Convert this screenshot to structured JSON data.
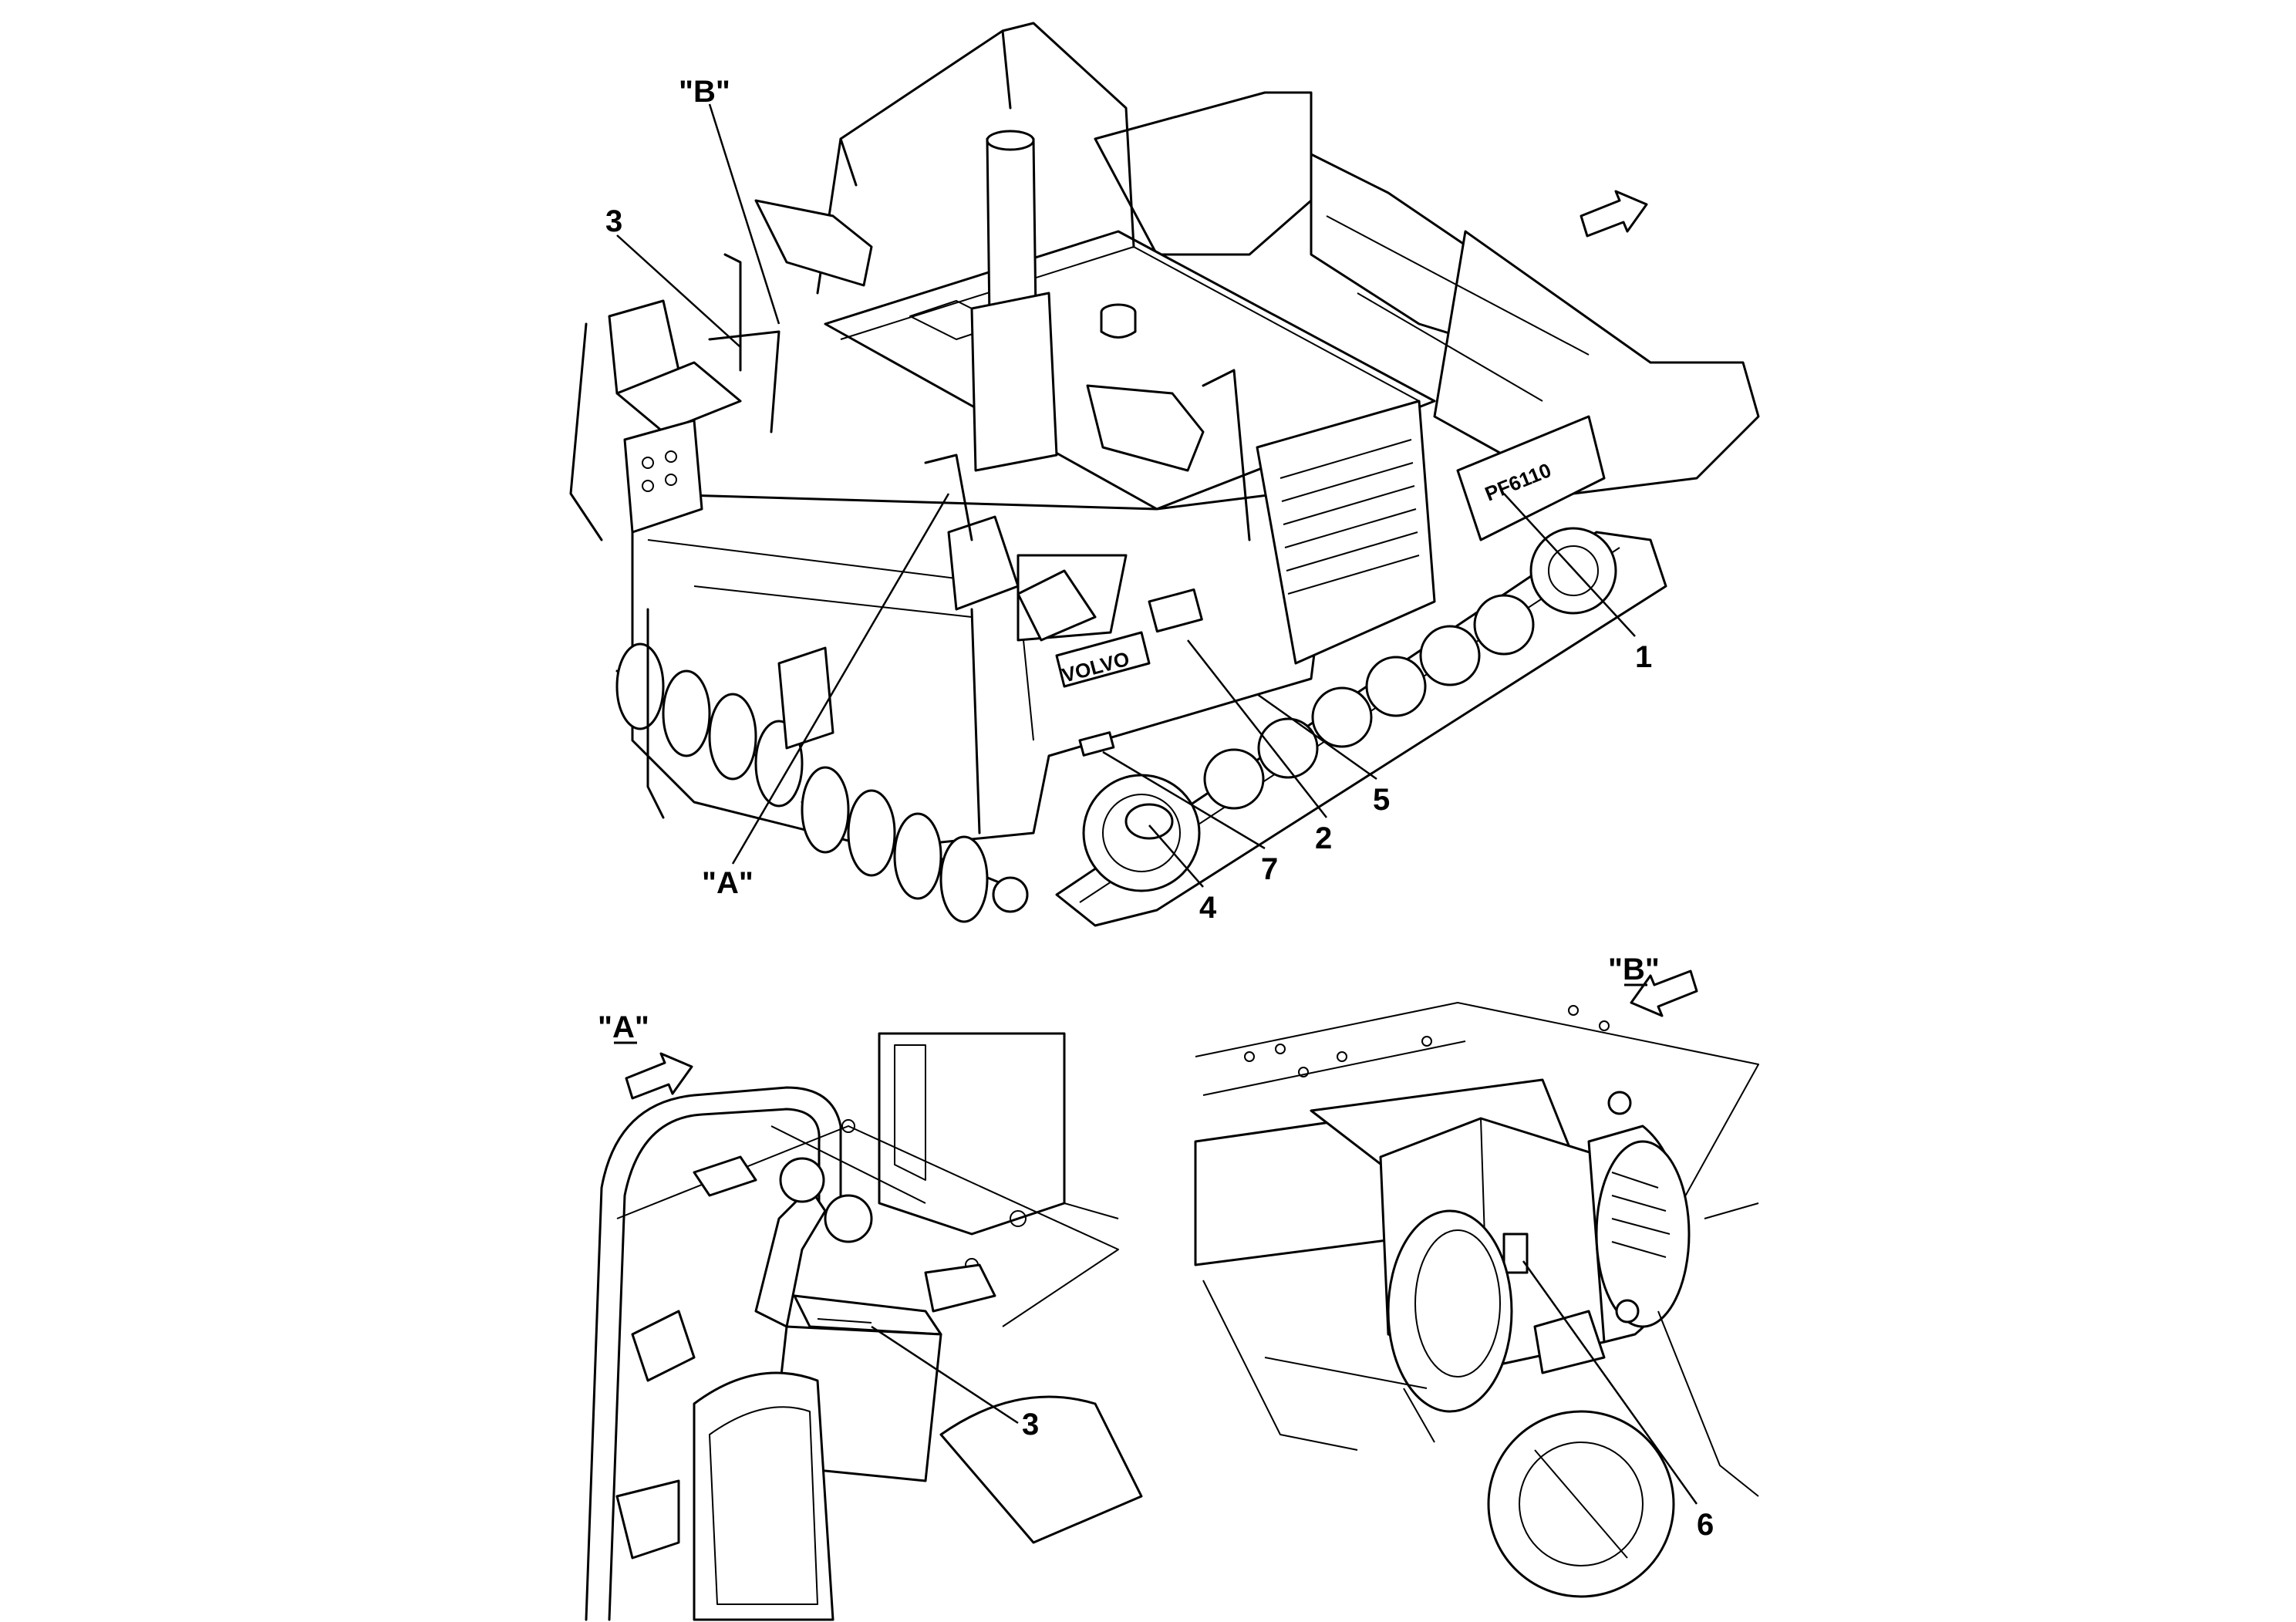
{
  "callouts": [
    {
      "id": "c1",
      "text": "1"
    },
    {
      "id": "c2",
      "text": "2"
    },
    {
      "id": "c3",
      "text": "3"
    },
    {
      "id": "c4",
      "text": "4"
    },
    {
      "id": "c5",
      "text": "5"
    },
    {
      "id": "c6",
      "text": "6"
    },
    {
      "id": "c7",
      "text": "7"
    },
    {
      "id": "c3b",
      "text": "3"
    }
  ],
  "view_refs": {
    "a_main": "\"A\"",
    "b_main": "\"B\"",
    "a_detail": "\"A\"",
    "b_detail": "\"B\""
  },
  "decals": {
    "side_brand": "VOLVO",
    "model": "PF6110"
  }
}
